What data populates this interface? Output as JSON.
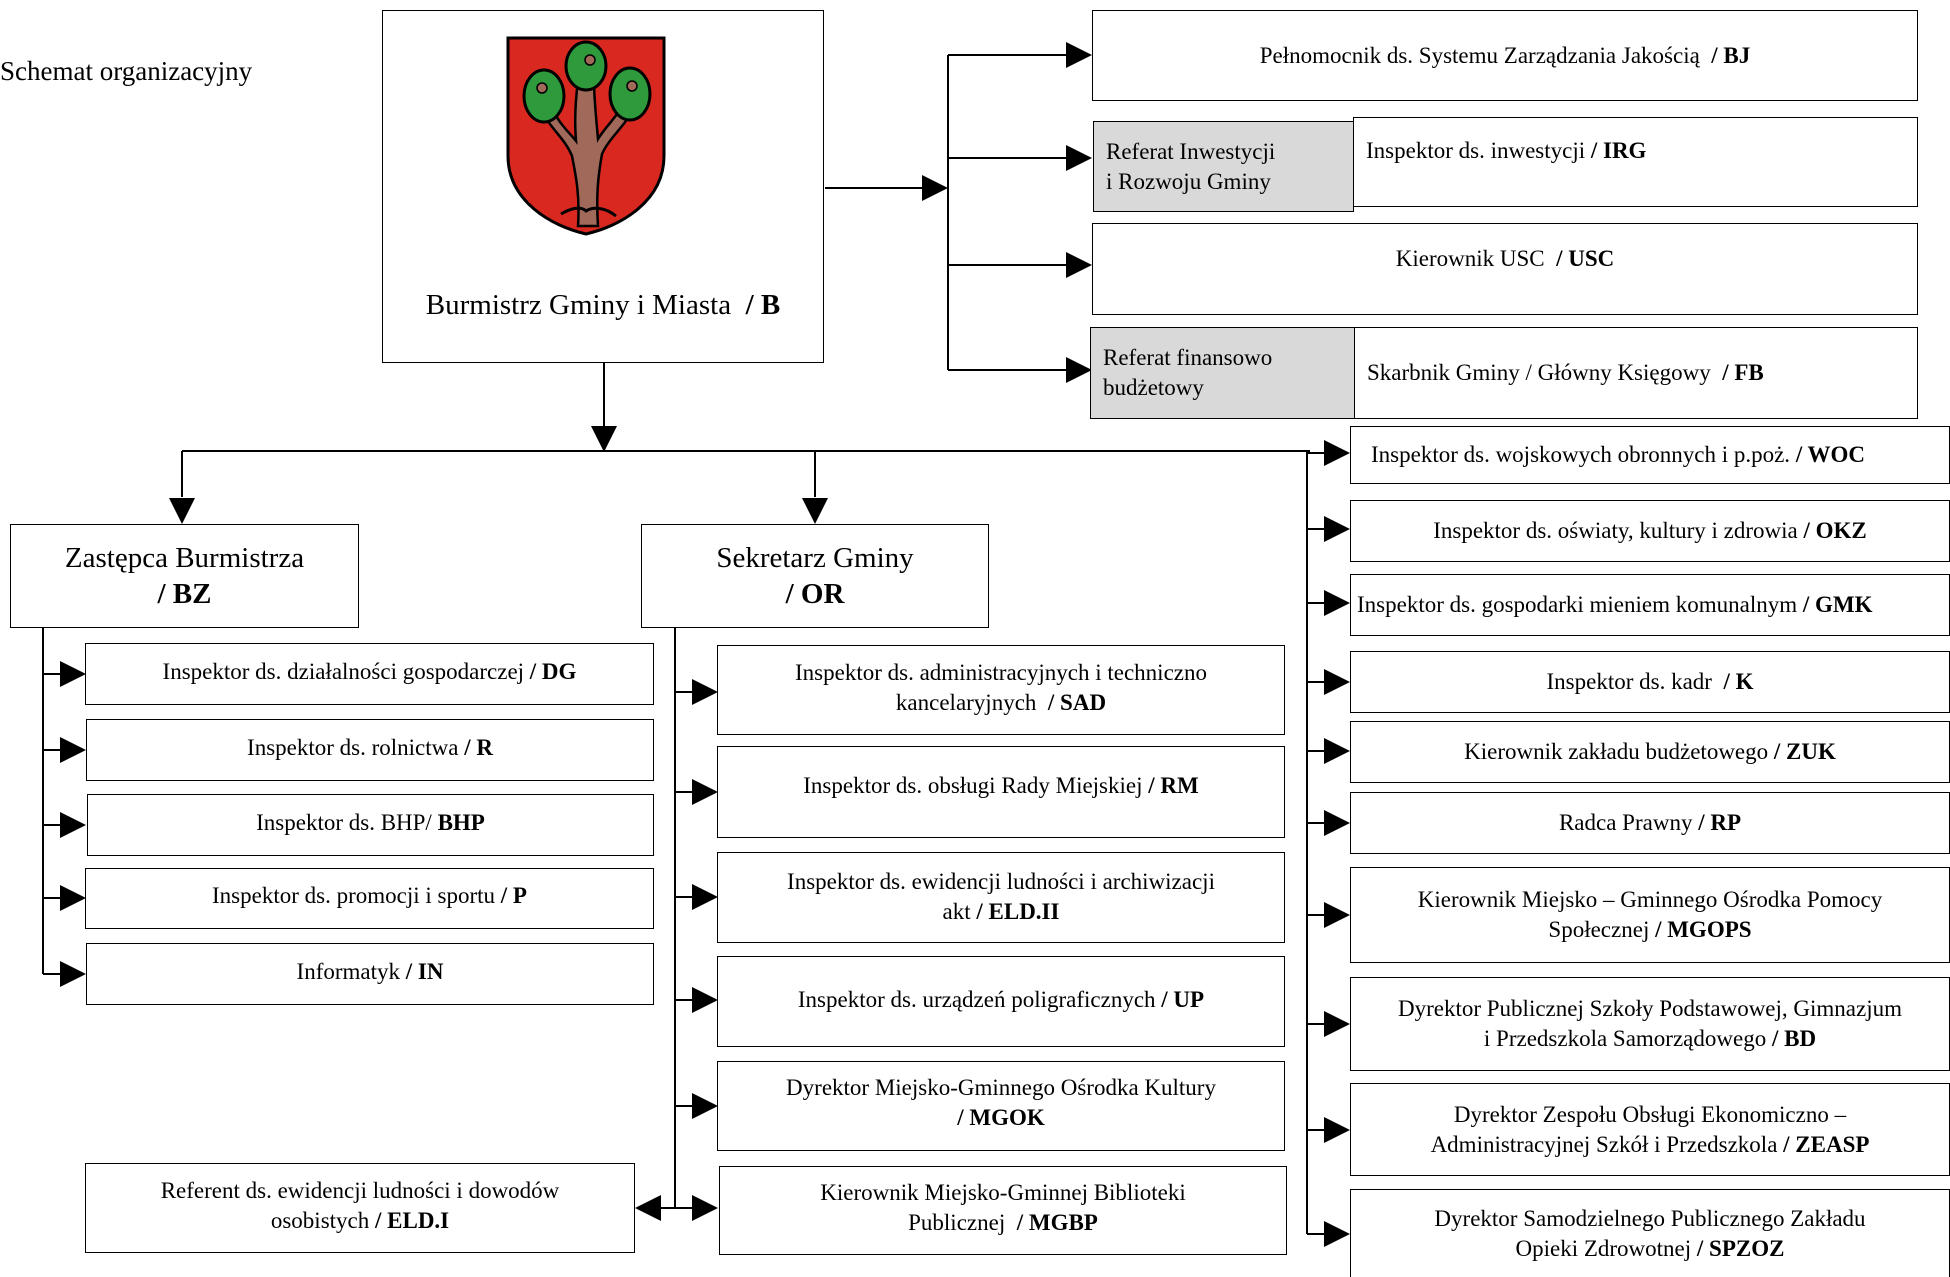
{
  "page_title": "Schemat organizacyjny",
  "head": {
    "name": "Burmistrz Gminy i Miasta",
    "code": "/ B",
    "crest_icon": "coat-of-arms-icon",
    "colors": {
      "shield": "#d8281f",
      "tree_trunk": "#a0695a",
      "foliage": "#2e9a3c"
    }
  },
  "top_right": [
    {
      "name": "Pełnomocnik ds. Systemu Zarządzania Jakością",
      "code": "/ BJ"
    },
    {
      "dept": "Referat Inwestycji i Rozwoju Gminy",
      "dept_lines": [
        "Referat Inwestycji",
        "i Rozwoju Gminy"
      ],
      "name": "Inspektor ds. inwestycji",
      "code": "/ IRG"
    },
    {
      "name": "Kierownik USC",
      "code": "/ USC"
    },
    {
      "dept": "Referat finansowo budżetowy",
      "dept_lines": [
        "Referat finansowo",
        "budżetowy"
      ],
      "name": "Skarbnik Gminy / Główny Księgowy",
      "code": "/ FB"
    }
  ],
  "deputy": {
    "name": "Zastępca Burmistrza",
    "code": "/ BZ",
    "items": [
      {
        "name": "Inspektor ds. działalności gospodarczej",
        "code": "/ DG"
      },
      {
        "name": "Inspektor ds.  rolnictwa",
        "code": "/ R"
      },
      {
        "name": "Inspektor ds. BHP/",
        "code": "BHP"
      },
      {
        "name": "Inspektor ds. promocji i sportu",
        "code": "/ P"
      },
      {
        "name": "Informatyk",
        "code": "/ IN"
      }
    ]
  },
  "secretary": {
    "name": "Sekretarz Gminy",
    "code": "/ OR",
    "items": [
      {
        "lines": [
          "Inspektor ds. administracyjnych i techniczno",
          "kancelaryjnych"
        ],
        "code": "/ SAD"
      },
      {
        "lines": [
          "Inspektor ds. obsługi Rady Miejskiej"
        ],
        "code": "/ RM"
      },
      {
        "lines": [
          "Inspektor ds. ewidencji ludności i archiwizacji",
          "akt"
        ],
        "code": "/ ELD.II"
      },
      {
        "lines": [
          "Inspektor ds. urządzeń poligraficznych"
        ],
        "code": "/ UP"
      },
      {
        "lines": [
          "Dyrektor Miejsko-Gminnego Ośrodka Kultury",
          ""
        ],
        "code": "/ MGOK"
      },
      {
        "lines": [
          "Kierownik Miejsko-Gminnej Biblioteki",
          "Publicznej"
        ],
        "code": "/ MGBP"
      }
    ],
    "left_item": {
      "lines": [
        "Referent ds. ewidencji ludności  i dowodów",
        "osobistych"
      ],
      "code": "/ ELD.I"
    }
  },
  "right_column": [
    {
      "lines": [
        "Inspektor ds. wojskowych obronnych i p.poż."
      ],
      "code": "/ WOC"
    },
    {
      "lines": [
        "Inspektor ds. oświaty, kultury i zdrowia"
      ],
      "code": "/ OKZ"
    },
    {
      "lines": [
        "Inspektor ds. gospodarki mieniem komunalnym"
      ],
      "code": "/ GMK"
    },
    {
      "lines": [
        "Inspektor ds. kadr "
      ],
      "code": "/ K"
    },
    {
      "lines": [
        "Kierownik zakładu budżetowego"
      ],
      "code": "/ ZUK"
    },
    {
      "lines": [
        "Radca Prawny"
      ],
      "code": "/ RP"
    },
    {
      "lines": [
        "Kierownik Miejsko – Gminnego Ośrodka Pomocy",
        "Społecznej"
      ],
      "code": "/ MGOPS"
    },
    {
      "lines": [
        "Dyrektor Publicznej Szkoły Podstawowej, Gimnazjum",
        "i Przedszkola Samorządowego"
      ],
      "code": "/ BD"
    },
    {
      "lines": [
        "Dyrektor Zespołu Obsługi Ekonomiczno –",
        "Administracyjnej Szkół i Przedszkola"
      ],
      "code": "/ ZEASP"
    },
    {
      "lines": [
        "Dyrektor Samodzielnego Publicznego Zakładu",
        "Opieki Zdrowotnej"
      ],
      "code": "/ SPZOZ"
    }
  ]
}
